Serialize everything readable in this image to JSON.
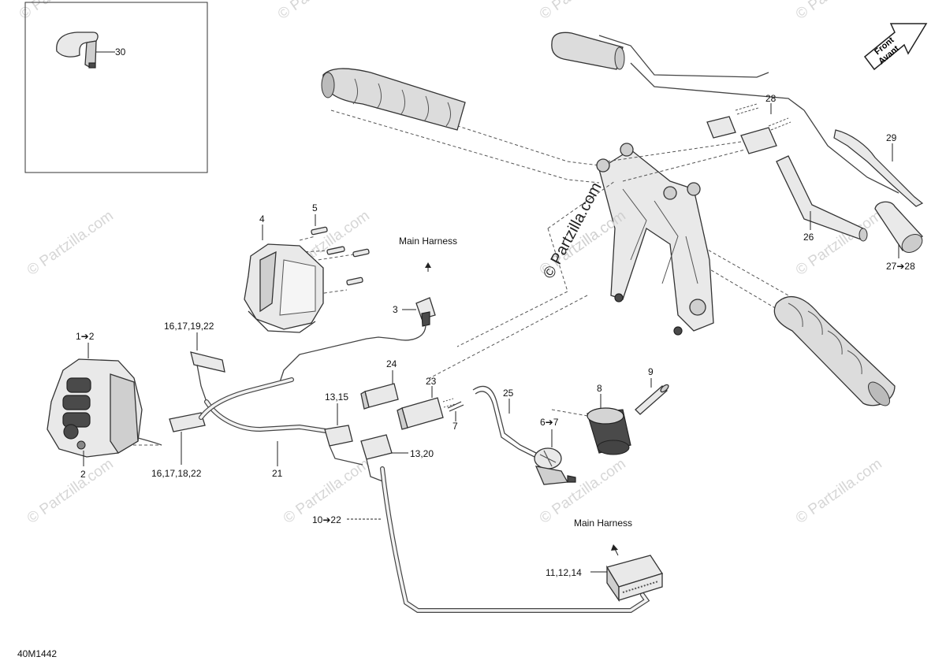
{
  "watermark": "© Partzilla.com",
  "diagram_id": "40M1442",
  "front_arrow": {
    "line1": "Front",
    "line2": "Avant"
  },
  "harness_labels": {
    "upper": "Main Harness",
    "lower": "Main Harness"
  },
  "callouts": {
    "c30": "30",
    "c28": "28",
    "c29": "29",
    "c26": "26",
    "c27_28": "27➔28",
    "c4": "4",
    "c5": "5",
    "c3": "3",
    "c1_2": "1➔2",
    "c2": "2",
    "c16_17_19_22": "16,17,19,22",
    "c16_17_18_22": "16,17,18,22",
    "c21": "21",
    "c24": "24",
    "c23": "23",
    "c7": "7",
    "c25": "25",
    "c13_15": "13,15",
    "c13_20": "13,20",
    "c6_7": "6➔7",
    "c8": "8",
    "c9": "9",
    "c10_22": "10➔22",
    "c11_12_14": "11,12,14"
  }
}
